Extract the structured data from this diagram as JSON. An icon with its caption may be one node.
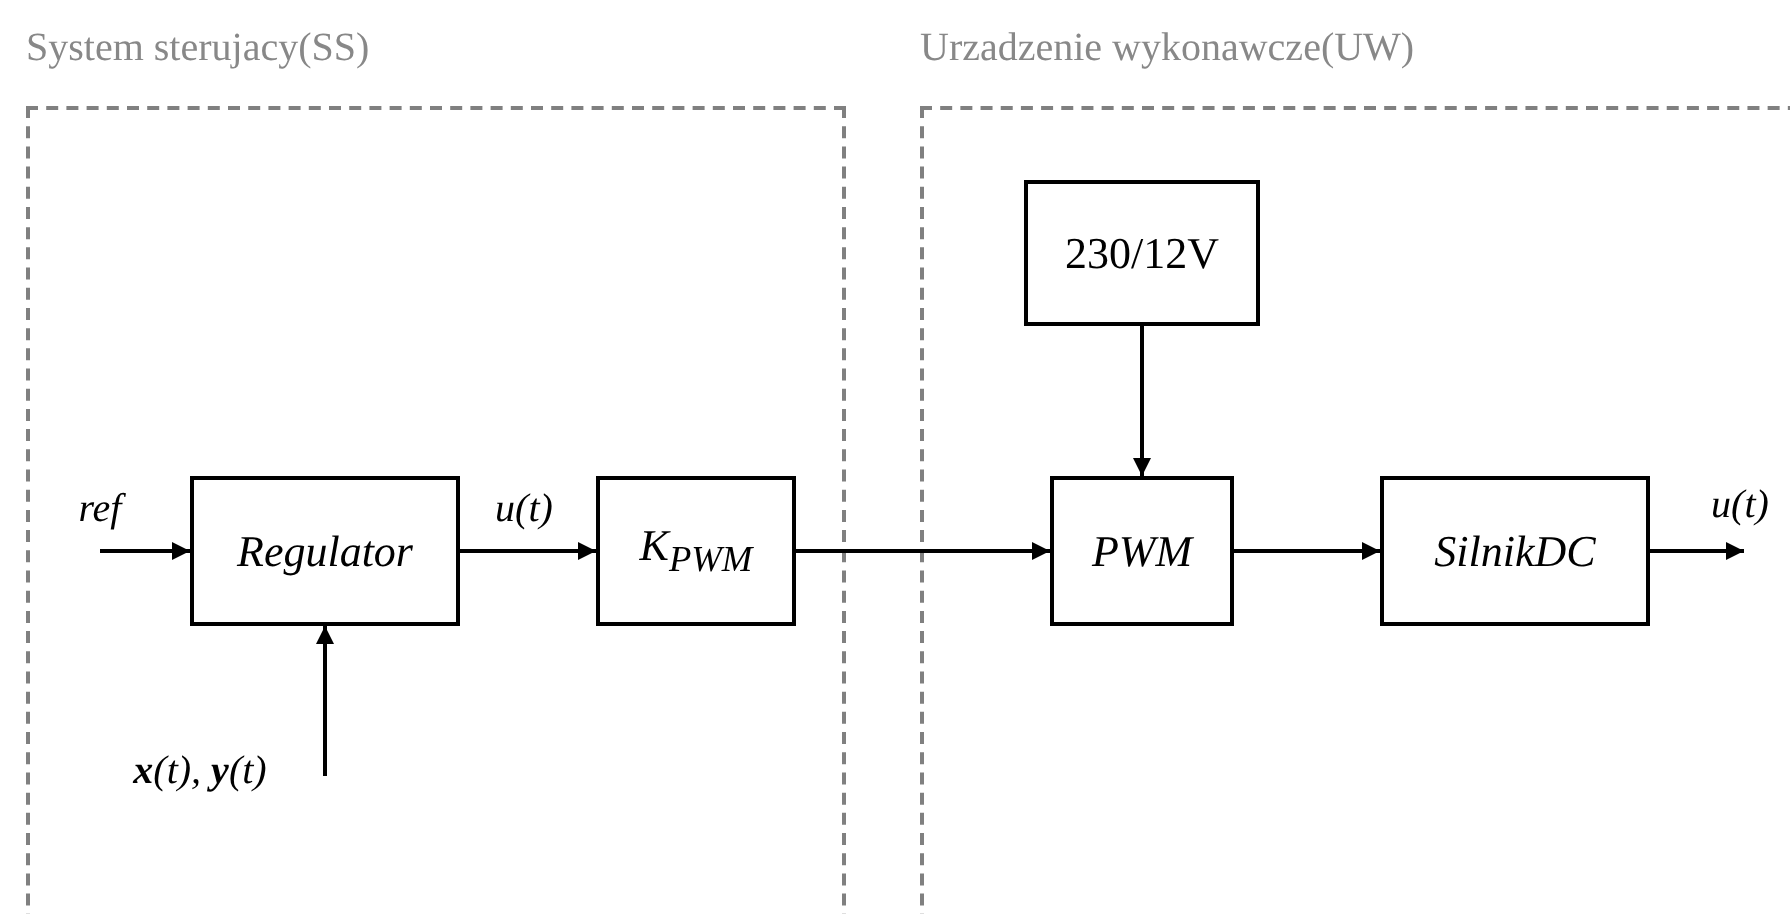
{
  "diagram": {
    "nodes": [
      {
        "text": [
          "System sterujacy(SS)"
        ]
      },
      {
        "text": [
          "Regulator"
        ],
        "in": 0
      },
      {
        "text": [
          "K$_{PWM}$"
        ],
        "in": 0
      },
      {
        "text": [
          "Urzadzenie wykonawcze(UW)"
        ]
      },
      {
        "text": [
          "230/12V"
        ],
        "in": 3
      },
      {
        "text": [
          "PWM"
        ],
        "in": 3
      },
      {
        "text": [
          "SilnikDC"
        ],
        "in": 3
      }
    ],
    "edges": [
      {
        "from": null,
        "to": 1,
        "arrow": "to",
        "label": "ref"
      },
      {
        "from": null,
        "to": 1,
        "arrow": "to",
        "label": "**x**(t), **y**(t)"
      },
      {
        "from": 1,
        "to": 2,
        "arrow": "to",
        "label": "u(t)"
      },
      {
        "from": 2,
        "to": 5,
        "arrow": "to"
      },
      {
        "from": 4,
        "to": 5,
        "arrow": "to"
      },
      {
        "from": 5,
        "to": 6,
        "arrow": "to"
      },
      {
        "from": 6,
        "to": null,
        "arrow": "to",
        "label": "u(t)"
      }
    ]
  }
}
